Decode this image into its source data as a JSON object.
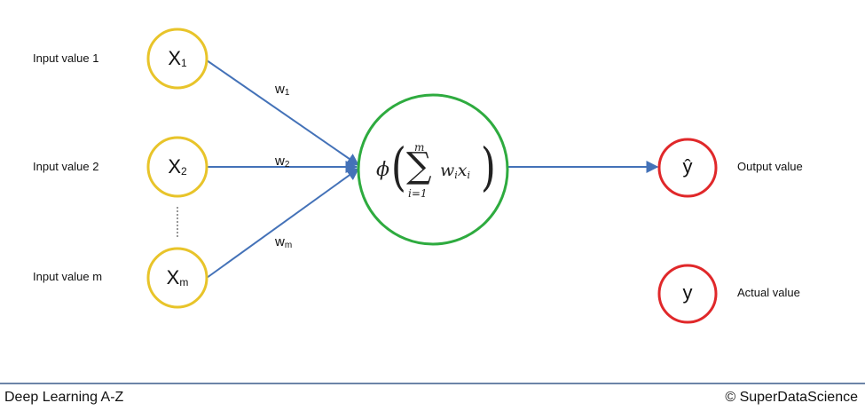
{
  "inputs": [
    {
      "label": "Input value 1",
      "node_base": "X",
      "node_sub": "1",
      "weight_base": "w",
      "weight_sub": "1"
    },
    {
      "label": "Input value 2",
      "node_base": "X",
      "node_sub": "2",
      "weight_base": "w",
      "weight_sub": "2"
    },
    {
      "label": "Input value m",
      "node_base": "X",
      "node_sub": "m",
      "weight_base": "w",
      "weight_sub": "m"
    }
  ],
  "neuron": {
    "phi": "ϕ",
    "paren_left": "(",
    "paren_right": ")",
    "sigma": "∑",
    "upper_limit": "m",
    "lower_limit_var": "i",
    "lower_limit_rest": "=1",
    "term_w": "w",
    "term_w_sub": "i",
    "term_x": "x",
    "term_x_sub": "i"
  },
  "outputs": {
    "predicted_symbol": "ŷ",
    "predicted_label": "Output value",
    "actual_symbol": "y",
    "actual_label": "Actual value"
  },
  "footer": {
    "left": "Deep Learning A-Z",
    "right": "© SuperDataScience"
  },
  "colors": {
    "input_node_stroke": "#e8c42a",
    "neuron_stroke": "#2eab3f",
    "output_node_stroke": "#e0282a",
    "arrow": "#4472b8",
    "footer_rule": "#3c5c8c"
  }
}
